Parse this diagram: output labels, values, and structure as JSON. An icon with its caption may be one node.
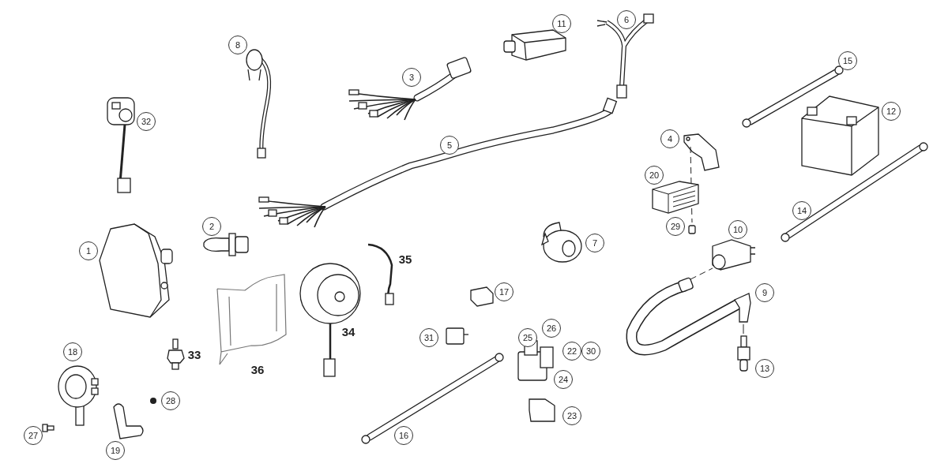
{
  "diagram": {
    "labels": [
      "11",
      "6",
      "8",
      "15",
      "3",
      "12",
      "32",
      "4",
      "5",
      "20",
      "14",
      "2",
      "29",
      "10",
      "7",
      "1",
      "35",
      "17",
      "9",
      "18",
      "33",
      "36",
      "34",
      "31",
      "25",
      "26",
      "22",
      "30",
      "13",
      "24",
      "28",
      "23",
      "27",
      "19",
      "16"
    ]
  }
}
